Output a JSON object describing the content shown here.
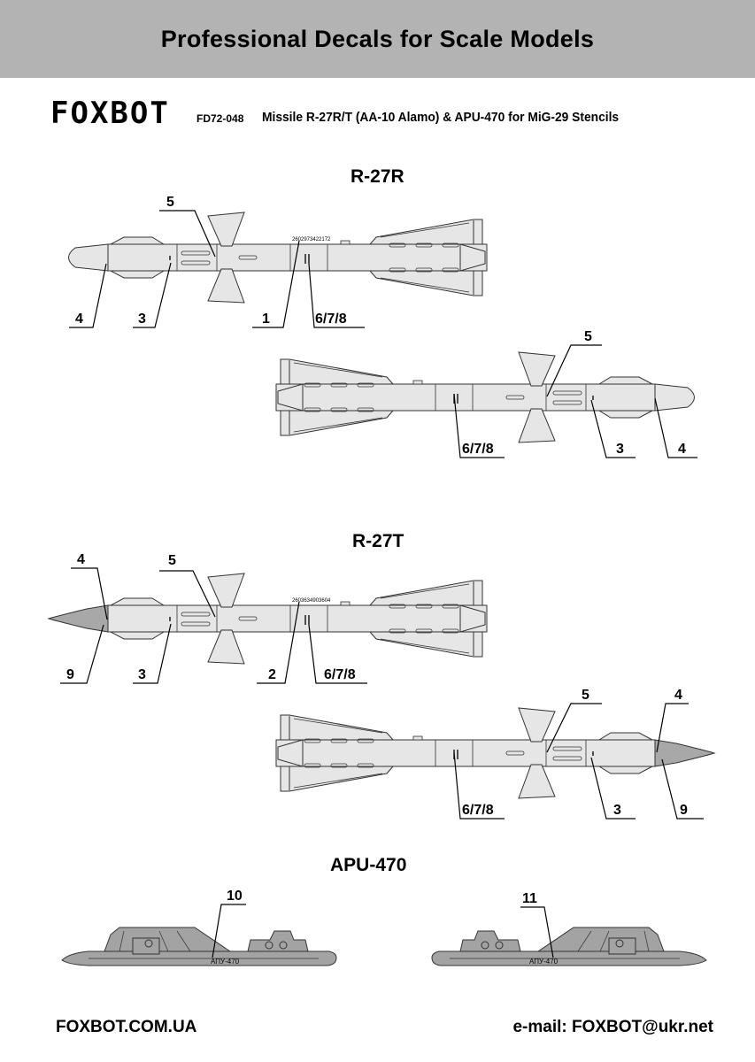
{
  "header": {
    "banner": "Professional Decals for Scale Models"
  },
  "brand": {
    "logo": "FOXBOT",
    "code": "FD72-048",
    "title": "Missile R-27R/T (AA-10 Alamo) & APU-470 for MiG-29 Stencils"
  },
  "sections": {
    "r27r": "R-27R",
    "r27t": "R-27T",
    "apu": "APU-470"
  },
  "serials": {
    "r27r": "2602973422172",
    "r27t": "2603634903604"
  },
  "apu_text": "АПУ-470",
  "callouts": {
    "r27r_top": [
      "5",
      "4",
      "3",
      "1",
      "6/7/8"
    ],
    "r27r_bottom": [
      "5",
      "6/7/8",
      "3",
      "4"
    ],
    "r27t_top": [
      "4",
      "5",
      "9",
      "3",
      "2",
      "6/7/8"
    ],
    "r27t_bottom": [
      "5",
      "4",
      "6/7/8",
      "3",
      "9"
    ],
    "apu": [
      "10",
      "11"
    ]
  },
  "colors": {
    "banner": "#b3b3b3",
    "missile": "#e6e6e6",
    "seeker": "#a8a8a8",
    "launcher": "#a3a3a3",
    "outline": "#333333"
  },
  "footer": {
    "site": "FOXBOT.COM.UA",
    "email": "e-mail: FOXBOT@ukr.net"
  }
}
